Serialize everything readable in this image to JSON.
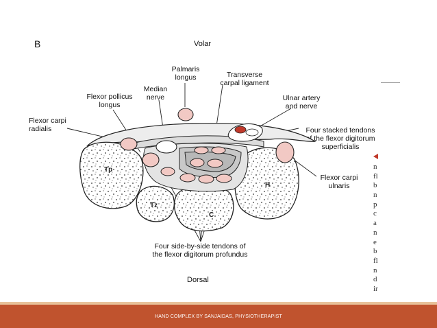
{
  "diagram": {
    "panel_letter": "B",
    "orientation": {
      "top": "Volar",
      "bottom": "Dorsal"
    },
    "labels": {
      "palmaris_longus": "Palmaris\nlongus",
      "transverse_carpal_ligament": "Transverse\ncarpal ligament",
      "median_nerve": "Median\nnerve",
      "flexor_pollicus_longus": "Flexor pollicus\nlongus",
      "ulnar_artery_nerve": "Ulnar artery\nand nerve",
      "flexor_carpi_radialis": "Flexor carpi\nradialis",
      "fds_tendons": "Four stacked tendons\nof the flexor digitorum\nsuperficialis",
      "flexor_carpi_ulnaris": "Flexor carpi\nulnaris",
      "fdp_tendons": "Four side-by-side tendons of\nthe flexor digitorum profundus"
    },
    "bones": {
      "trapezium": "Tp",
      "trapezoid": "Tz",
      "capitate": "C",
      "hamate": "H"
    },
    "colors": {
      "tendon_fill": "#f2c9c4",
      "bone_outline": "#222222",
      "artery": "#c0392b",
      "nerve": "#ffffff"
    }
  },
  "side_text": {
    "letters": [
      "n",
      "fl",
      "b",
      "n",
      "p",
      "c",
      "a",
      "n",
      "e",
      "b",
      "fl",
      "n",
      "d",
      "ir"
    ]
  },
  "footer": {
    "text": "HAND COMPLEX BY SANJAIDAS, PHYSIOTHERAPIST",
    "color": "#c0532e"
  }
}
